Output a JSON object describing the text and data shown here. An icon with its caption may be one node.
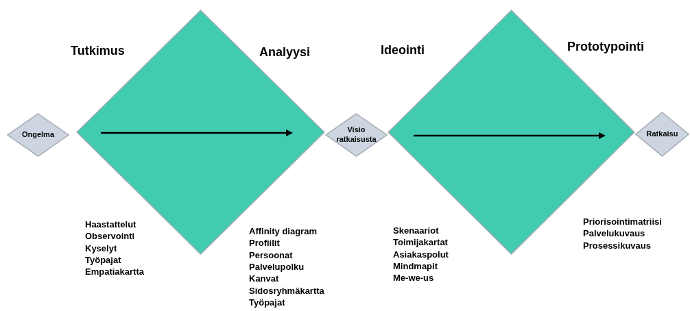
{
  "diagram": {
    "nodes": [
      {
        "text": [
          "Ongelma"
        ]
      },
      {
        "text": [],
        "shape": "diamond"
      },
      {
        "text": [
          "Visio ratkaisusta"
        ]
      },
      {
        "text": [],
        "shape": "diamond"
      },
      {
        "text": [
          "Ratkaisu"
        ]
      }
    ],
    "edges": [],
    "labels": [
      "Tutkimus",
      "Analyysi",
      "Ideointi",
      "Prototypointi",
      "Priorisointimatriisi",
      "Palvelukuvaus",
      "Prosessikuvaus",
      "Haastattelut",
      "Observointi",
      "Kyselyt",
      "Työpajat",
      "Empatiakartta",
      "Skenaariot",
      "Toimijakartat",
      "Asiakaspolut",
      "Mindmapit",
      "Me-we-us",
      "Affinity diagram",
      "Profiilit",
      "Persoonat",
      "Palvelupolku",
      "Kanvat",
      "Sidosryhmäkartta",
      "Työpajat"
    ]
  }
}
